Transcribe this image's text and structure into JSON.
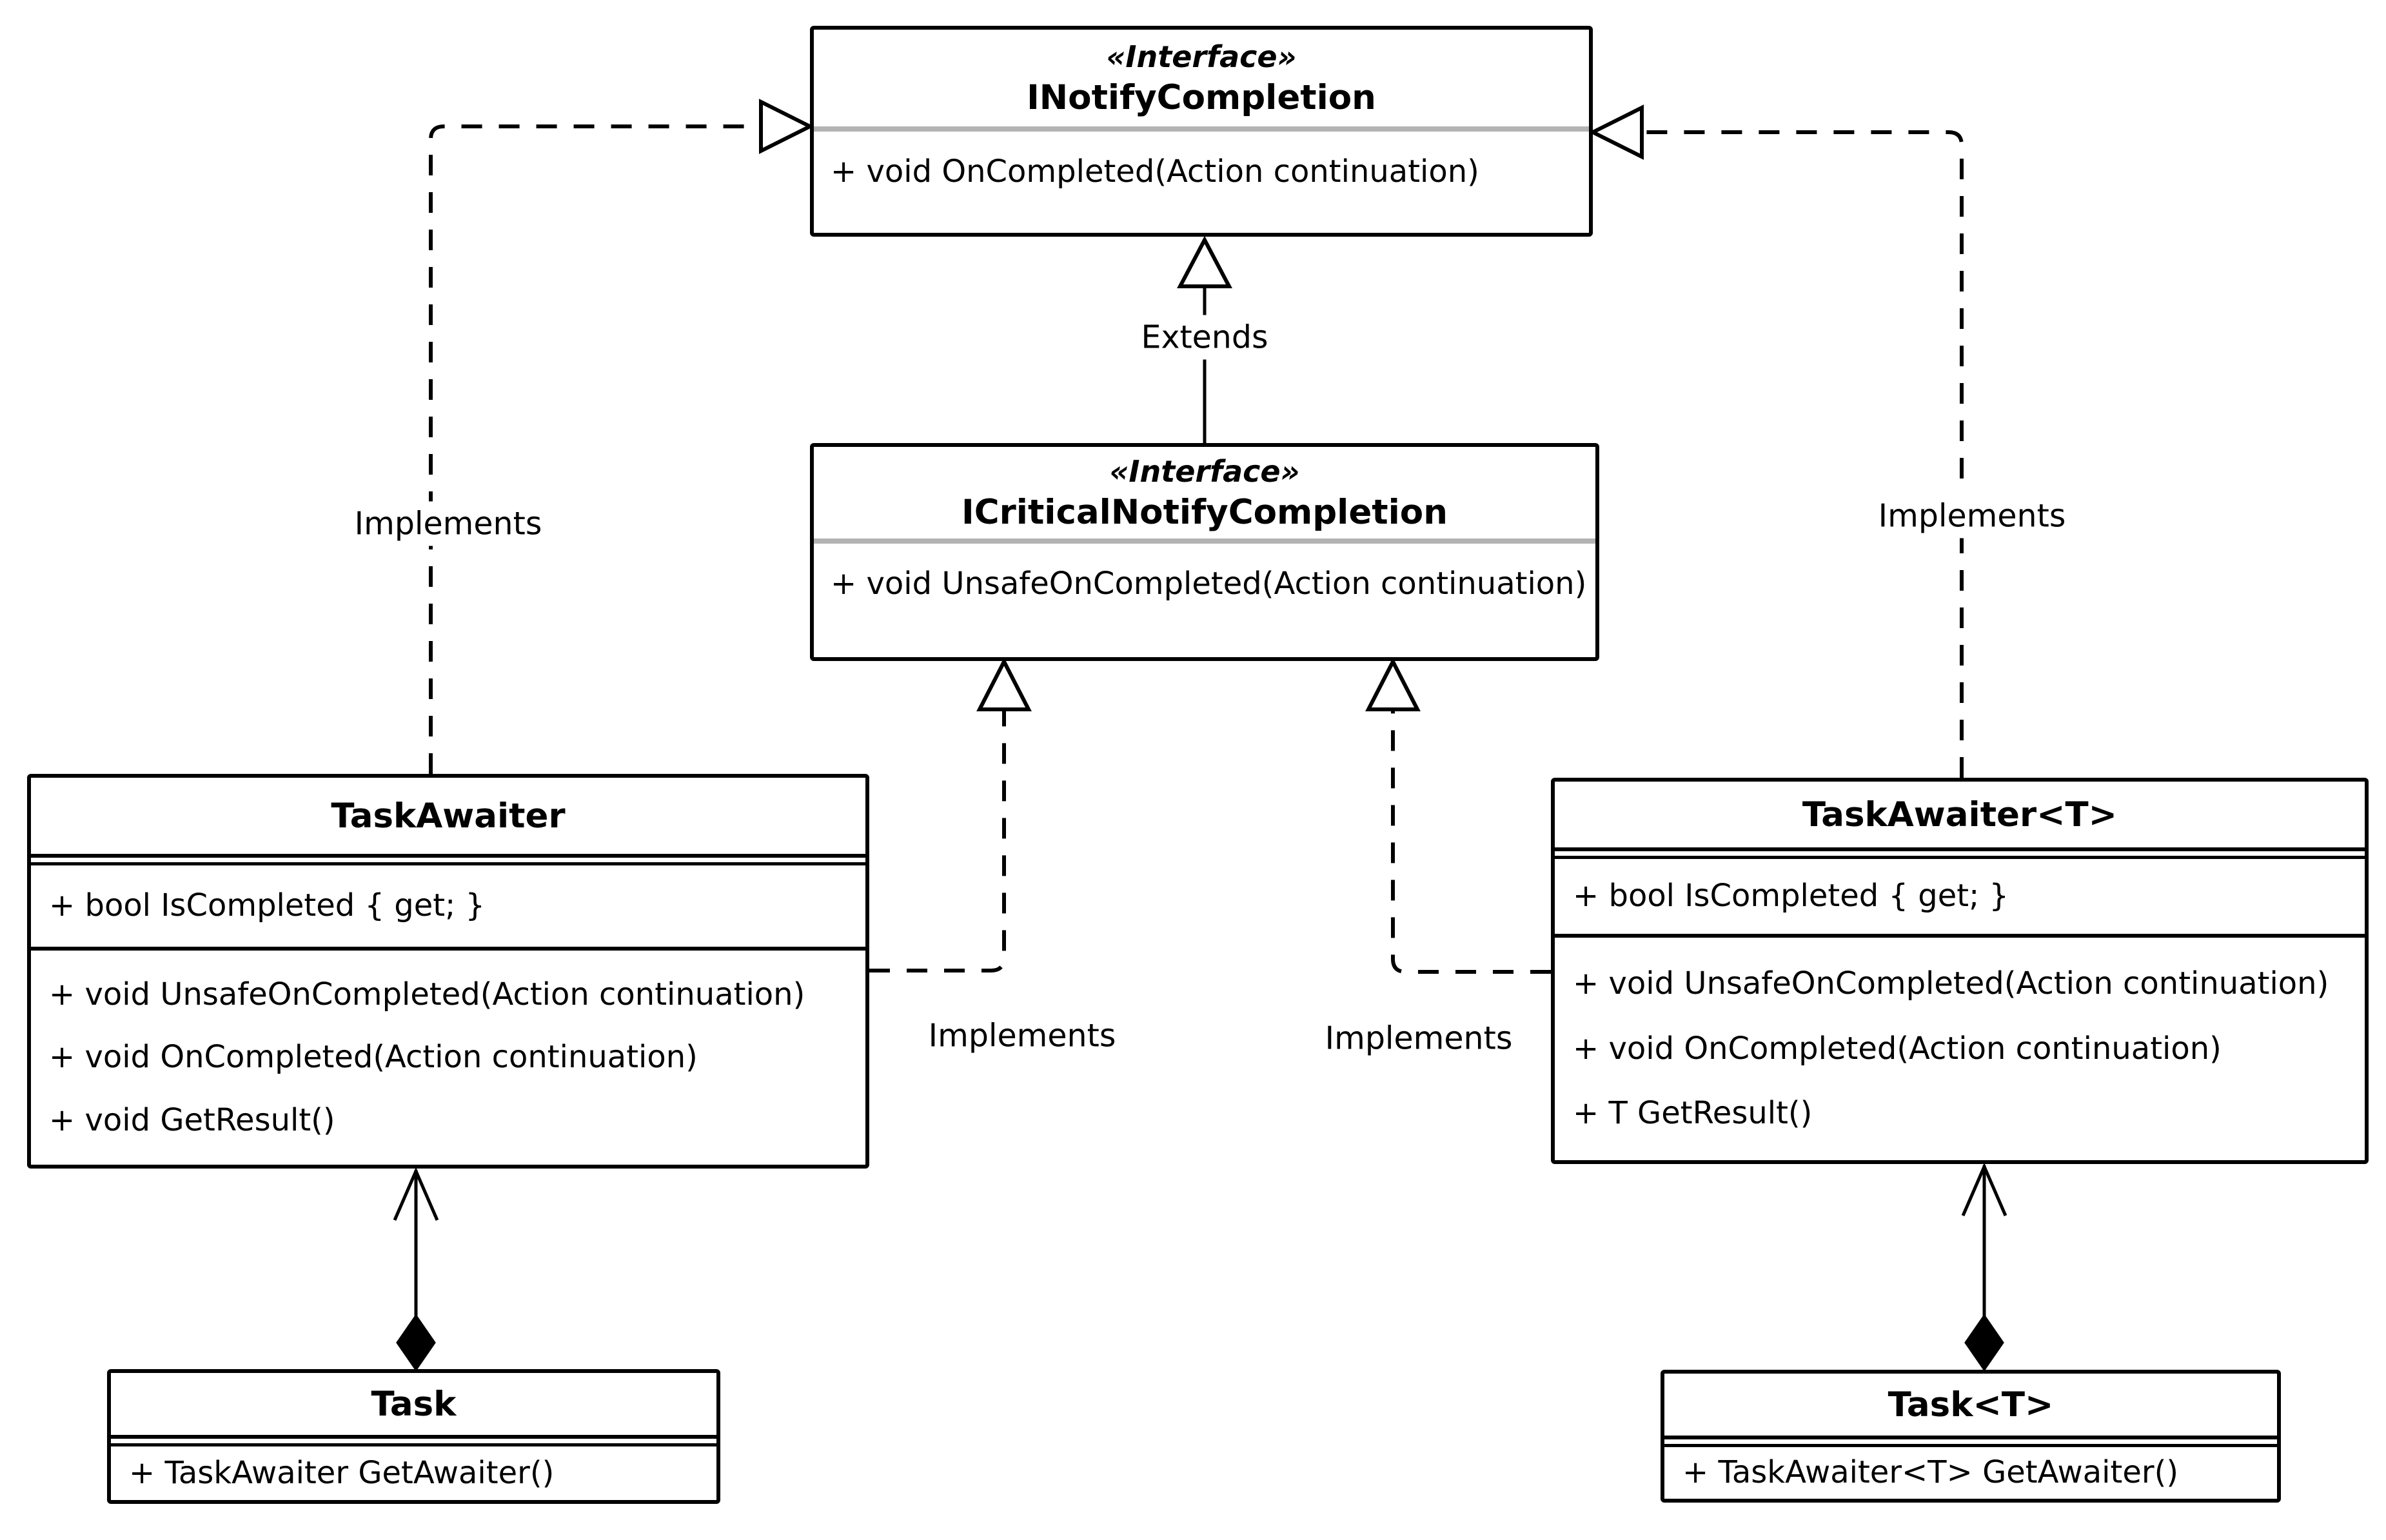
{
  "interfaces": [
    {
      "stereotype": "«Interface»",
      "name": "INotifyCompletion",
      "methods": [
        "+ void OnCompleted(Action continuation)"
      ]
    },
    {
      "stereotype": "«Interface»",
      "name": "ICriticalNotifyCompletion",
      "methods": [
        "+ void UnsafeOnCompleted(Action continuation)"
      ]
    }
  ],
  "classes": [
    {
      "name": "TaskAwaiter",
      "properties": [
        "+ bool IsCompleted { get; }"
      ],
      "methods": [
        "+ void UnsafeOnCompleted(Action continuation)",
        "+ void OnCompleted(Action continuation)",
        "+ void GetResult()"
      ]
    },
    {
      "name": "TaskAwaiter<T>",
      "properties": [
        "+ bool IsCompleted { get; }"
      ],
      "methods": [
        "+ void UnsafeOnCompleted(Action continuation)",
        "+ void OnCompleted(Action continuation)",
        "+ T GetResult()"
      ]
    },
    {
      "name": "Task",
      "methods": [
        "+ TaskAwaiter GetAwaiter()"
      ]
    },
    {
      "name": "Task<T>",
      "methods": [
        "+ TaskAwaiter<T> GetAwaiter()"
      ]
    }
  ],
  "edges": [
    {
      "type": "extends",
      "from": "ICriticalNotifyCompletion",
      "to": "INotifyCompletion",
      "label": "Extends"
    },
    {
      "type": "implements",
      "from": "TaskAwaiter",
      "to": "INotifyCompletion",
      "label": "Implements"
    },
    {
      "type": "implements",
      "from": "TaskAwaiter",
      "to": "ICriticalNotifyCompletion",
      "label": "Implements"
    },
    {
      "type": "implements",
      "from": "TaskAwaiter<T>",
      "to": "ICriticalNotifyCompletion",
      "label": "Implements"
    },
    {
      "type": "implements",
      "from": "TaskAwaiter<T>",
      "to": "INotifyCompletion",
      "label": "Implements"
    },
    {
      "type": "composition",
      "from": "Task",
      "to": "TaskAwaiter",
      "label": ""
    },
    {
      "type": "composition",
      "from": "Task<T>",
      "to": "TaskAwaiter<T>",
      "label": ""
    }
  ],
  "colors": {
    "background": "#ffffff",
    "line": "#000000",
    "interface_divider": "#b3b3b3"
  }
}
